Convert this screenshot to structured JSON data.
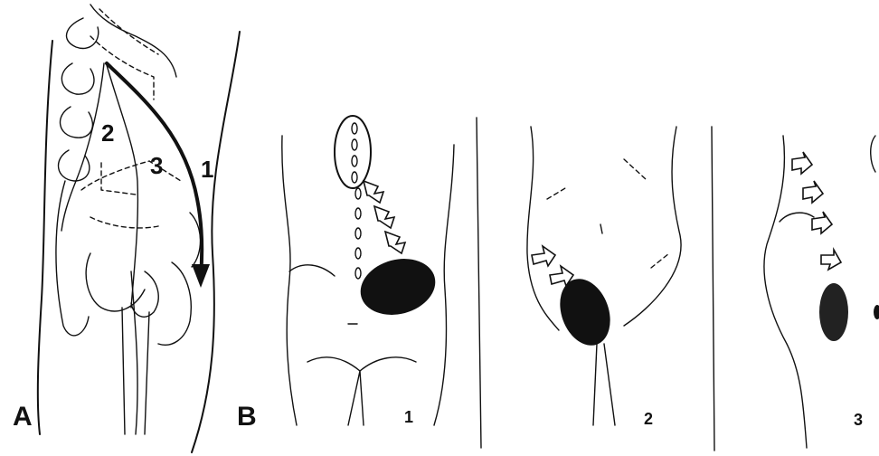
{
  "panel_a": {
    "label": "A",
    "path_labels": [
      "1",
      "2",
      "3"
    ]
  },
  "panel_b": {
    "label": "B",
    "sub_labels": [
      "1",
      "2",
      "3"
    ]
  }
}
